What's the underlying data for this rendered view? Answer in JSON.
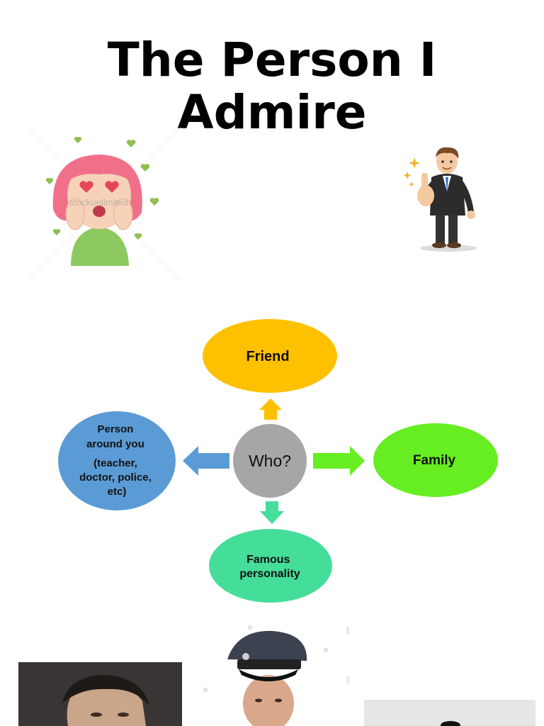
{
  "title": {
    "line1": "The Person I",
    "line2": "Admire"
  },
  "diagram": {
    "center": {
      "label": "Who?",
      "color": "#a6a6a6"
    },
    "nodes": {
      "top": {
        "label": "Friend",
        "color": "#ffc000"
      },
      "right": {
        "label": "Family",
        "color": "#66ee22"
      },
      "bottom": {
        "line1": "Famous",
        "line2": "personality",
        "color": "#44dd99"
      },
      "left": {
        "line1": "Person",
        "line2": "around you",
        "line3": "(teacher,",
        "line4": "doctor, police,",
        "line5": "etc)",
        "color": "#5b9bd5"
      }
    }
  },
  "illustrations": {
    "girl": {
      "icon": "girl-hearts-icon",
      "watermark": "stockunlimited"
    },
    "man": {
      "icon": "businessman-thumbs-up-icon"
    }
  },
  "photos": [
    "footballer-photo",
    "police-officer-photo",
    "person-photo"
  ]
}
